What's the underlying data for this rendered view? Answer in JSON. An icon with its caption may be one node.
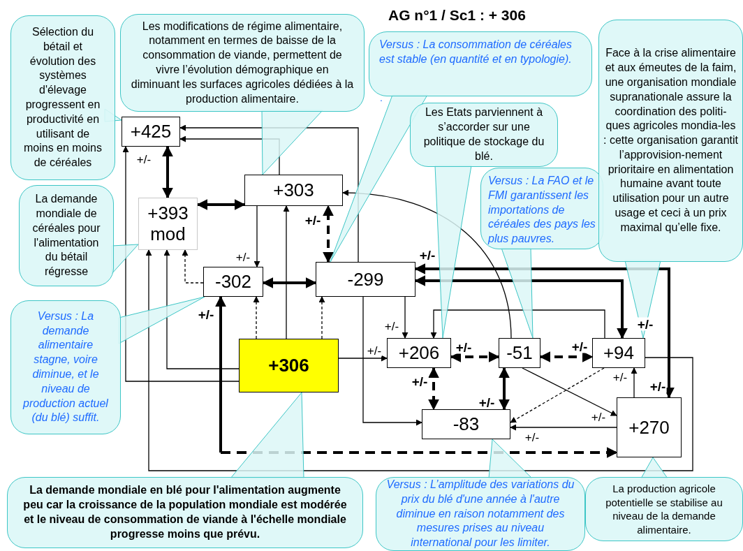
{
  "diagram": {
    "title": "AG n°1 / Sc1 : + 306",
    "nodes": [
      {
        "text": [
          "+425"
        ]
      },
      {
        "text": [
          "+393 mod"
        ]
      },
      {
        "text": [
          "+303"
        ]
      },
      {
        "text": [
          "-302"
        ]
      },
      {
        "text": [
          "-299"
        ]
      },
      {
        "text": [
          "+306"
        ]
      },
      {
        "text": [
          "+206"
        ]
      },
      {
        "text": [
          "-51"
        ]
      },
      {
        "text": [
          "+94"
        ]
      },
      {
        "text": [
          "-83"
        ]
      },
      {
        "text": [
          "+270"
        ]
      },
      {
        "text": [
          "Sélection du bétail et évolution des systèmes d'élevage progressent en productivité en utilisant de moins en moins de céréales"
        ]
      },
      {
        "text": [
          "Les modifications de régime alimentaire, notamment en termes de baisse de la consommation de viande, permettent de vivre l’évolution démographique en diminuant les surfaces agricoles dédiées à la production alimentaire."
        ]
      },
      {
        "text": [
          "Versus : La consommation de céréales est stable (en quantité et en typologie)."
        ]
      },
      {
        "text": [
          "Les Etats parviennent à s’accorder sur une politique de stockage du blé."
        ]
      },
      {
        "text": [
          "Versus : La FAO et le FMI garantissent les importations de céréales des pays les plus pauvres."
        ]
      },
      {
        "text": [
          "Face à la crise alimentaire et aux émeutes de la faim, une organisation mondiale supranationale assure la coordination des politi-ques agricoles mondia-les : cette organisation garantit l’approvision-nement prioritaire en alimentation humaine avant toute utilisation pour un autre usage et ceci à un prix maximal qu’elle fixe."
        ]
      },
      {
        "text": [
          "La demande mondiale de céréales pour l'alimentation du bétail régresse"
        ]
      },
      {
        "text": [
          "Versus : La demande alimentaire stagne, voire diminue, et le niveau de production actuel (du blé) suffit."
        ]
      },
      {
        "text": [
          "La demande mondiale en blé pour l'alimentation augmente peu car la croissance de la population mondiale est modérée et le niveau de consommation de viande à l'échelle mondiale progresse moins que prévu."
        ]
      },
      {
        "text": [
          "Versus : L’amplitude des variations du prix du blé d'une année à l'autre diminue en raison notamment des mesures prises au niveau international pour les limiter."
        ]
      },
      {
        "text": [
          "La production agricole potentielle se stabilise au niveau de la demande alimentaire."
        ]
      }
    ],
    "edges": [
      {
        "from": 2,
        "to": 0,
        "arrow": "to"
      },
      {
        "from": 4,
        "to": 0,
        "arrow": "to"
      },
      {
        "from": 5,
        "to": 0,
        "arrow": "to",
        "label": "+/-"
      },
      {
        "from": 0,
        "to": 1,
        "arrow": "both",
        "style": "thick"
      },
      {
        "from": 1,
        "to": 2,
        "arrow": "both",
        "style": "thick"
      },
      {
        "from": 2,
        "to": 3,
        "arrow": "to",
        "label": "+/-"
      },
      {
        "from": 5,
        "to": 2,
        "arrow": "to"
      },
      {
        "from": 4,
        "to": 2,
        "arrow": "both",
        "style": "dashed",
        "label": "+/-"
      },
      {
        "from": 7,
        "to": 2,
        "arrow": "to"
      },
      {
        "from": 3,
        "to": 1,
        "arrow": "to",
        "style": "dashed"
      },
      {
        "from": 5,
        "to": 1,
        "arrow": "to"
      },
      {
        "from": 8,
        "to": 1,
        "arrow": "to"
      },
      {
        "from": 3,
        "to": 10,
        "arrow": "both",
        "style": "dashed",
        "label": "+/-"
      },
      {
        "from": 5,
        "to": 3,
        "arrow": "to",
        "style": "dashed"
      },
      {
        "from": 5,
        "to": 4,
        "arrow": "to",
        "style": "dashed"
      },
      {
        "from": 3,
        "to": 4,
        "arrow": "both",
        "style": "thick"
      },
      {
        "from": 4,
        "to": 6,
        "arrow": "to",
        "label": "+/-"
      },
      {
        "from": 4,
        "to": 9,
        "arrow": "to"
      },
      {
        "from": 5,
        "to": 6,
        "arrow": "to",
        "label": "+/-"
      },
      {
        "from": 8,
        "to": 6,
        "arrow": "to"
      },
      {
        "from": 8,
        "to": 4,
        "arrow": "both",
        "style": "thick",
        "label": "+/-"
      },
      {
        "from": 10,
        "to": 4,
        "arrow": "both",
        "style": "thick",
        "label": "+/-"
      },
      {
        "from": 6,
        "to": 7,
        "arrow": "both",
        "style": "dashed",
        "label": "+/-"
      },
      {
        "from": 7,
        "to": 8,
        "arrow": "both",
        "style": "dashed",
        "label": "+/-"
      },
      {
        "from": 6,
        "to": 9,
        "arrow": "both",
        "style": "dashed",
        "label": "+/-"
      },
      {
        "from": 7,
        "to": 9,
        "arrow": "both",
        "style": "thick",
        "label": "+/-"
      },
      {
        "from": 7,
        "to": 10,
        "arrow": "to",
        "label": "+/-"
      },
      {
        "from": 8,
        "to": 9,
        "arrow": "to",
        "style": "dashed"
      },
      {
        "from": 10,
        "to": 9,
        "arrow": "to",
        "label": "+/-"
      },
      {
        "from": 10,
        "to": 8,
        "arrow": "to",
        "label": "+/-"
      },
      {
        "from": 11,
        "to": 0,
        "arrow": "to"
      },
      {
        "from": 12,
        "to": 2,
        "arrow": "to"
      },
      {
        "from": 13,
        "to": 4,
        "arrow": "to"
      },
      {
        "from": 14,
        "to": 6,
        "arrow": "to"
      },
      {
        "from": 15,
        "to": 7,
        "arrow": "to"
      },
      {
        "from": 16,
        "to": 8,
        "arrow": "to"
      },
      {
        "from": 17,
        "to": 1,
        "arrow": "to"
      },
      {
        "from": 18,
        "to": 3,
        "arrow": "to"
      },
      {
        "from": 19,
        "to": 5,
        "arrow": "to"
      },
      {
        "from": 20,
        "to": 9,
        "arrow": "to"
      },
      {
        "from": 21,
        "to": 10,
        "arrow": "to"
      }
    ],
    "labels": [
      "+/-",
      "."
    ]
  }
}
